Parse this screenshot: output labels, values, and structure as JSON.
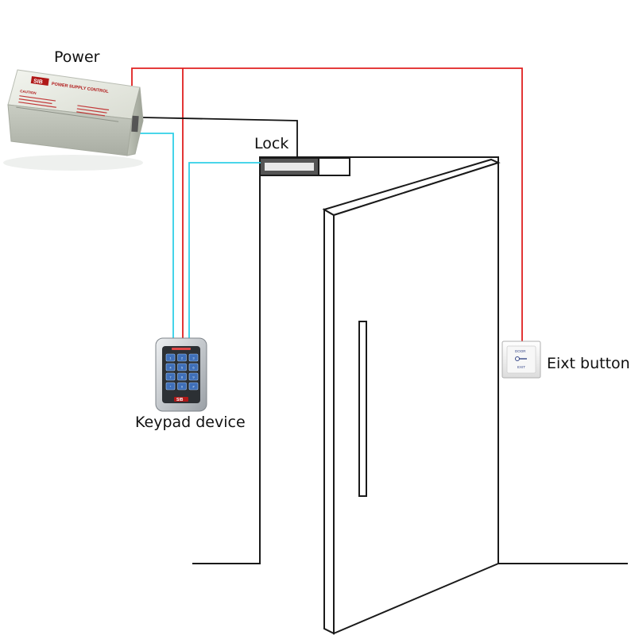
{
  "labels": {
    "power": "Power",
    "lock": "Lock",
    "keypad": "Keypad device",
    "exit_button": "Eixt button"
  },
  "power_supply": {
    "brand": "SIB",
    "title": "POWER SUPPLY CONTROL",
    "caution": "CAUTION"
  },
  "keypad": {
    "brand": "SIB",
    "keys": [
      "1",
      "2",
      "3",
      "4",
      "5",
      "6",
      "7",
      "8",
      "9",
      "*",
      "0",
      "#"
    ]
  },
  "exit_plate": {
    "top_text": "DOOR",
    "bottom_text": "EXIT"
  },
  "colors": {
    "power_wire": "#e02020",
    "data_wire": "#30d0e8",
    "ground_wire": "#111111",
    "outline": "#1a1a1a"
  }
}
